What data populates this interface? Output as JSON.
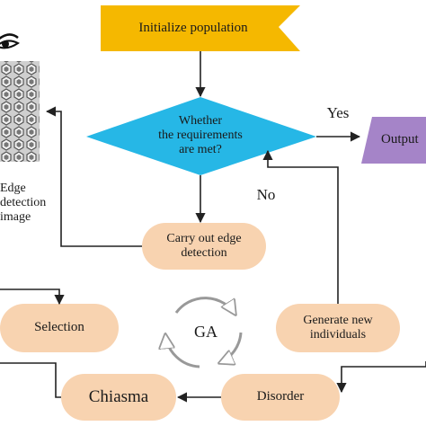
{
  "nodes": {
    "init": "Initialize population",
    "decision": "Whether\nthe requirements\nare met?",
    "output": "Output",
    "edge_detect": "Carry out edge\ndetection",
    "selection": "Selection",
    "generate": "Generate new\nindividuals",
    "chiasma": "Chiasma",
    "disorder": "Disorder",
    "ga": "GA"
  },
  "edge_labels": {
    "yes": "Yes",
    "no": "No"
  },
  "side_image": {
    "caption": "Edge\ndetection\nimage"
  },
  "colors": {
    "start_fill": "#f5b800",
    "decision_fill": "#26b7e6",
    "output_fill": "#a584c8",
    "rounded_fill": "#f8d3b0",
    "line": "#222222"
  }
}
